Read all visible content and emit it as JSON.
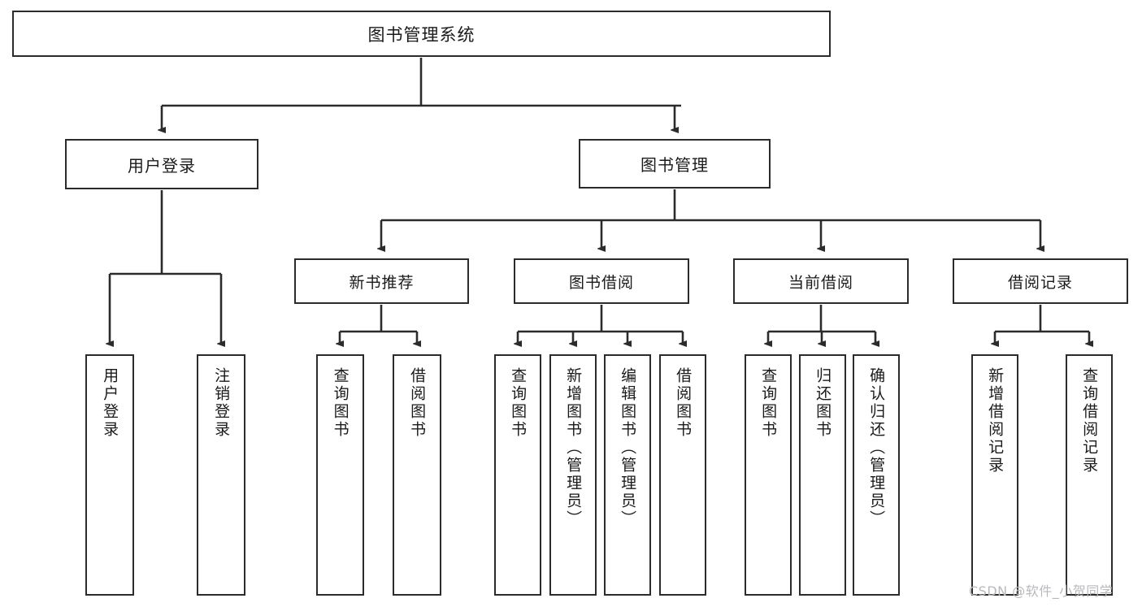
{
  "diagram": {
    "title": "图书管理系统",
    "type": "功能结构图",
    "root": {
      "label": "图书管理系统"
    },
    "level1": [
      {
        "label": "用户登录"
      },
      {
        "label": "图书管理"
      }
    ],
    "level2": [
      {
        "label": "新书推荐"
      },
      {
        "label": "图书借阅"
      },
      {
        "label": "当前借阅"
      },
      {
        "label": "借阅记录"
      }
    ],
    "leaves": {
      "user_login": [
        {
          "label": "用户登录"
        },
        {
          "label": "注销登录"
        }
      ],
      "new_book_recommend": [
        {
          "label": "查询图书"
        },
        {
          "label": "借阅图书"
        }
      ],
      "book_borrow": [
        {
          "label": "查询图书"
        },
        {
          "label": "新增图书（管理员）"
        },
        {
          "label": "编辑图书（管理员）"
        },
        {
          "label": "借阅图书"
        }
      ],
      "current_borrow": [
        {
          "label": "查询图书"
        },
        {
          "label": "归还图书"
        },
        {
          "label": "确认归还（管理员）"
        }
      ],
      "borrow_record": [
        {
          "label": "新增借阅记录"
        },
        {
          "label": "查询借阅记录"
        }
      ]
    }
  },
  "watermark": {
    "text": "CSDN @软件_小贺同学"
  },
  "colors": {
    "stroke": "#2b2b2b",
    "background": "#ffffff",
    "text": "#1a1a1a",
    "watermark": "#b9b9bd"
  }
}
